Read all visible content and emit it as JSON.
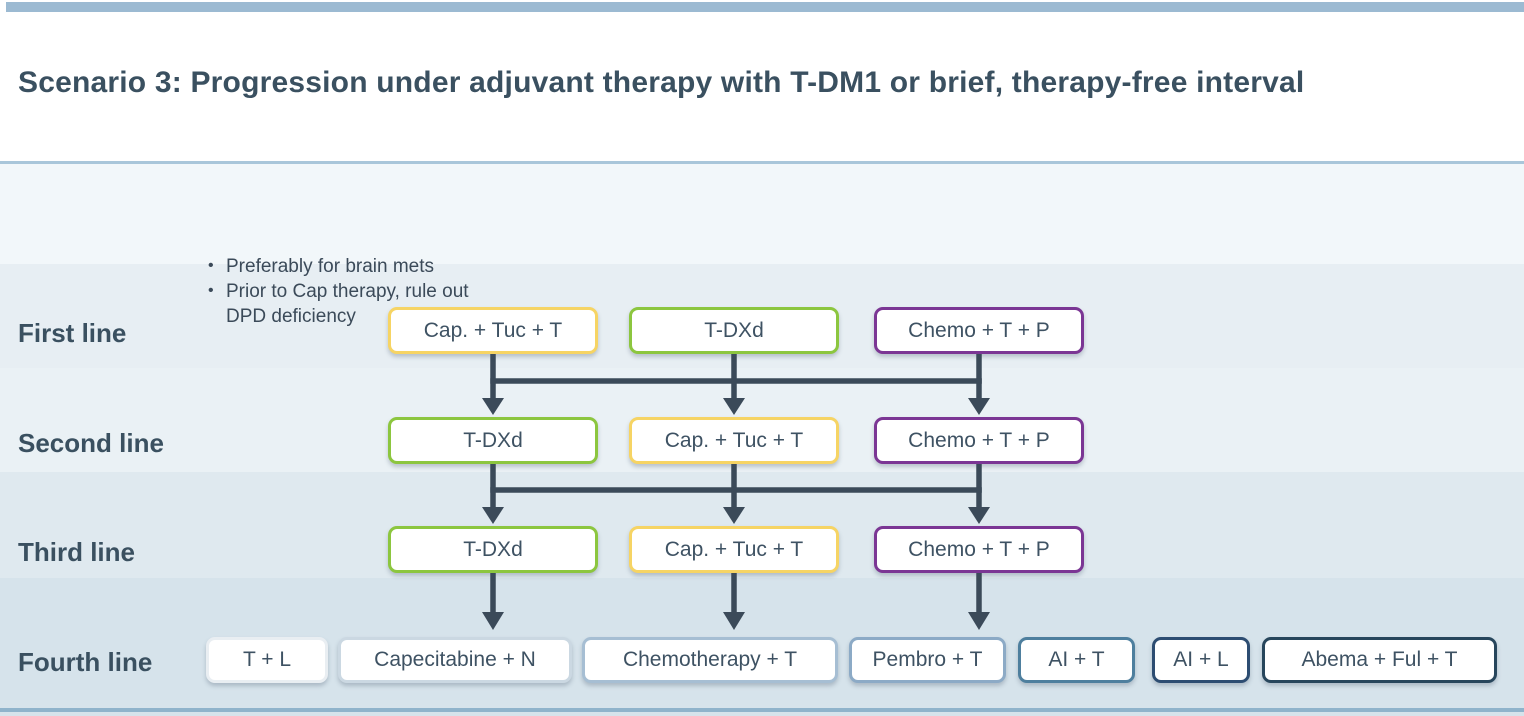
{
  "header": {
    "title": "Scenario 3: Progression under adjuvant therapy with T-DM1 or brief, therapy-free interval"
  },
  "notes": {
    "bullets": [
      "Preferably for brain mets",
      "Prior to Cap therapy, rule out DPD deficiency"
    ]
  },
  "rows": [
    {
      "label": "First line",
      "boxes": [
        {
          "label": "Cap. + Tuc + T",
          "border": "yellow"
        },
        {
          "label": "T-DXd",
          "border": "green"
        },
        {
          "label": "Chemo + T + P",
          "border": "purple"
        }
      ]
    },
    {
      "label": "Second line",
      "boxes": [
        {
          "label": "T-DXd",
          "border": "green"
        },
        {
          "label": "Cap. + Tuc + T",
          "border": "yellow"
        },
        {
          "label": "Chemo + T + P",
          "border": "purple"
        }
      ]
    },
    {
      "label": "Third line",
      "boxes": [
        {
          "label": "T-DXd",
          "border": "green"
        },
        {
          "label": "Cap. + Tuc + T",
          "border": "yellow"
        },
        {
          "label": "Chemo + T + P",
          "border": "purple"
        }
      ]
    },
    {
      "label": "Fourth line",
      "boxes": [
        {
          "label": "T + L",
          "border": "#E9EEF2"
        },
        {
          "label": "Capecitabine + N",
          "border": "#CBD8E2"
        },
        {
          "label": "Chemotherapy + T",
          "border": "#A6BED3"
        },
        {
          "label": "Pembro + T",
          "border": "#8CAAC6"
        },
        {
          "label": "AI + T",
          "border": "#4E7F9E"
        },
        {
          "label": "AI + L",
          "border": "#2D4D72"
        },
        {
          "label": "Abema + Ful + T",
          "border": "#27465C"
        }
      ]
    }
  ],
  "colors": {
    "accent_topbar": "#9CBAD2",
    "header_divider": "#A9C6DA",
    "bottombar": "#8FB3CB",
    "title_text": "#3A5060",
    "box_text": "#3E5263",
    "arrow": "#3B4A59",
    "border_yellow": "#F6D464",
    "border_green": "#8CC63F",
    "border_purple": "#7B3694"
  }
}
